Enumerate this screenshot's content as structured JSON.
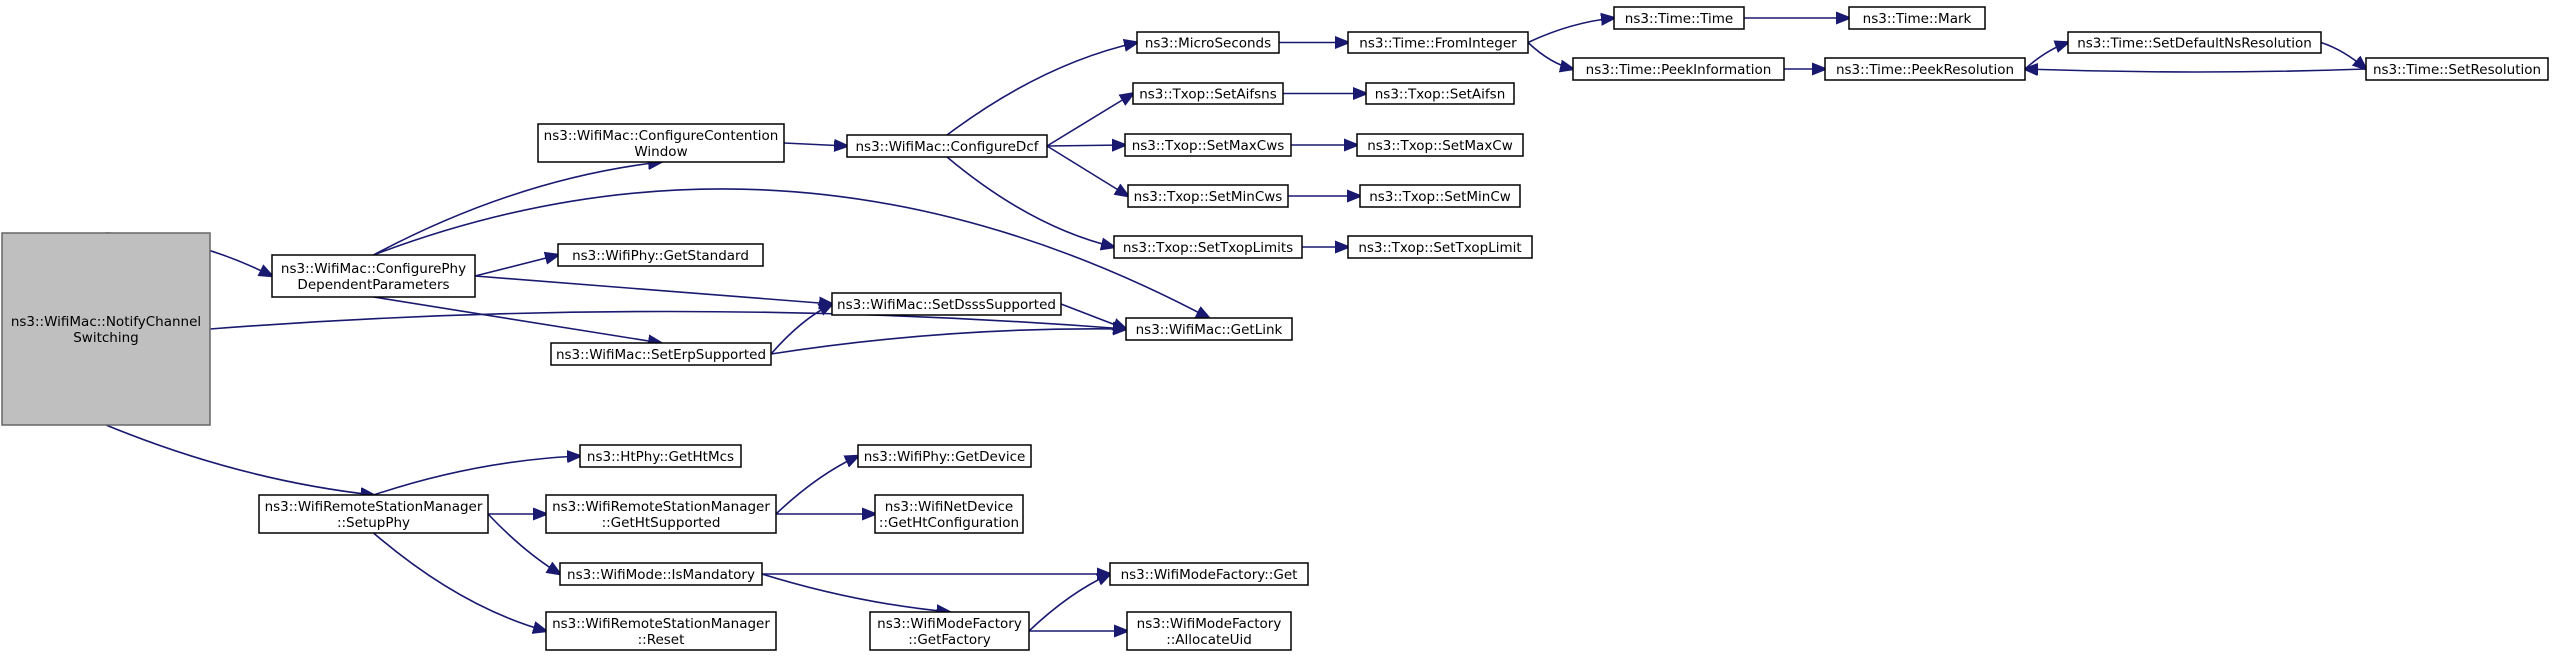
{
  "graph": {
    "nodes": [
      {
        "id": "root",
        "lines": [
          "ns3::WifiMac::NotifyChannel",
          "Switching"
        ],
        "root": true
      },
      {
        "id": "cpdp",
        "lines": [
          "ns3::WifiMac::ConfigurePhy",
          "DependentParameters"
        ]
      },
      {
        "id": "cc",
        "lines": [
          "ns3::WifiMac::ConfigureContention",
          "Window"
        ]
      },
      {
        "id": "cdcf",
        "lines": [
          "ns3::WifiMac::ConfigureDcf"
        ]
      },
      {
        "id": "micro",
        "lines": [
          "ns3::MicroSeconds"
        ]
      },
      {
        "id": "fromint",
        "lines": [
          "ns3::Time::FromInteger"
        ]
      },
      {
        "id": "time",
        "lines": [
          "ns3::Time::Time"
        ]
      },
      {
        "id": "mark",
        "lines": [
          "ns3::Time::Mark"
        ]
      },
      {
        "id": "peekinfo",
        "lines": [
          "ns3::Time::PeekInformation"
        ]
      },
      {
        "id": "peekres",
        "lines": [
          "ns3::Time::PeekResolution"
        ]
      },
      {
        "id": "setdefres",
        "lines": [
          "ns3::Time::SetDefaultNsResolution"
        ]
      },
      {
        "id": "setres",
        "lines": [
          "ns3::Time::SetResolution"
        ]
      },
      {
        "id": "setaifsns",
        "lines": [
          "ns3::Txop::SetAifsns"
        ]
      },
      {
        "id": "setaifsn",
        "lines": [
          "ns3::Txop::SetAifsn"
        ]
      },
      {
        "id": "setmaxcws",
        "lines": [
          "ns3::Txop::SetMaxCws"
        ]
      },
      {
        "id": "setmaxcw",
        "lines": [
          "ns3::Txop::SetMaxCw"
        ]
      },
      {
        "id": "setmincws",
        "lines": [
          "ns3::Txop::SetMinCws"
        ]
      },
      {
        "id": "setmincw",
        "lines": [
          "ns3::Txop::SetMinCw"
        ]
      },
      {
        "id": "settxoplimits",
        "lines": [
          "ns3::Txop::SetTxopLimits"
        ]
      },
      {
        "id": "settxoplimit",
        "lines": [
          "ns3::Txop::SetTxopLimit"
        ]
      },
      {
        "id": "getstd",
        "lines": [
          "ns3::WifiPhy::GetStandard"
        ]
      },
      {
        "id": "setdsss",
        "lines": [
          "ns3::WifiMac::SetDsssSupported"
        ]
      },
      {
        "id": "seterp",
        "lines": [
          "ns3::WifiMac::SetErpSupported"
        ]
      },
      {
        "id": "getlink",
        "lines": [
          "ns3::WifiMac::GetLink"
        ]
      },
      {
        "id": "setupphy",
        "lines": [
          "ns3::WifiRemoteStationManager",
          "::SetupPhy"
        ]
      },
      {
        "id": "gethtmcs",
        "lines": [
          "ns3::HtPhy::GetHtMcs"
        ]
      },
      {
        "id": "getht",
        "lines": [
          "ns3::WifiRemoteStationManager",
          "::GetHtSupported"
        ]
      },
      {
        "id": "getdevice",
        "lines": [
          "ns3::WifiPhy::GetDevice"
        ]
      },
      {
        "id": "gethtconf",
        "lines": [
          "ns3::WifiNetDevice",
          "::GetHtConfiguration"
        ]
      },
      {
        "id": "ismand",
        "lines": [
          "ns3::WifiMode::IsMandatory"
        ]
      },
      {
        "id": "reset",
        "lines": [
          "ns3::WifiRemoteStationManager",
          "::Reset"
        ]
      },
      {
        "id": "getfactory",
        "lines": [
          "ns3::WifiModeFactory",
          "::GetFactory"
        ]
      },
      {
        "id": "mfget",
        "lines": [
          "ns3::WifiModeFactory::Get"
        ]
      },
      {
        "id": "alloc",
        "lines": [
          "ns3::WifiModeFactory",
          "::AllocateUid"
        ]
      }
    ],
    "edges": [
      [
        "root",
        "cpdp"
      ],
      [
        "root",
        "getlink"
      ],
      [
        "root",
        "setupphy"
      ],
      [
        "cpdp",
        "cc"
      ],
      [
        "cpdp",
        "getstd"
      ],
      [
        "cpdp",
        "setdsss"
      ],
      [
        "cpdp",
        "seterp"
      ],
      [
        "cpdp",
        "getlink"
      ],
      [
        "cc",
        "cdcf"
      ],
      [
        "cdcf",
        "micro"
      ],
      [
        "cdcf",
        "setaifsns"
      ],
      [
        "cdcf",
        "setmaxcws"
      ],
      [
        "cdcf",
        "setmincws"
      ],
      [
        "cdcf",
        "settxoplimits"
      ],
      [
        "micro",
        "fromint"
      ],
      [
        "fromint",
        "time"
      ],
      [
        "fromint",
        "peekinfo"
      ],
      [
        "time",
        "mark"
      ],
      [
        "peekinfo",
        "peekres"
      ],
      [
        "peekres",
        "setdefres"
      ],
      [
        "setdefres",
        "setres"
      ],
      [
        "setres",
        "peekres"
      ],
      [
        "setaifsns",
        "setaifsn"
      ],
      [
        "setmaxcws",
        "setmaxcw"
      ],
      [
        "setmincws",
        "setmincw"
      ],
      [
        "settxoplimits",
        "settxoplimit"
      ],
      [
        "setdsss",
        "getlink"
      ],
      [
        "seterp",
        "setdsss"
      ],
      [
        "seterp",
        "getlink"
      ],
      [
        "setupphy",
        "gethtmcs"
      ],
      [
        "setupphy",
        "getht"
      ],
      [
        "setupphy",
        "ismand"
      ],
      [
        "setupphy",
        "reset"
      ],
      [
        "getht",
        "getdevice"
      ],
      [
        "getht",
        "gethtconf"
      ],
      [
        "ismand",
        "mfget"
      ],
      [
        "ismand",
        "getfactory"
      ],
      [
        "getfactory",
        "mfget"
      ],
      [
        "getfactory",
        "alloc"
      ]
    ]
  }
}
